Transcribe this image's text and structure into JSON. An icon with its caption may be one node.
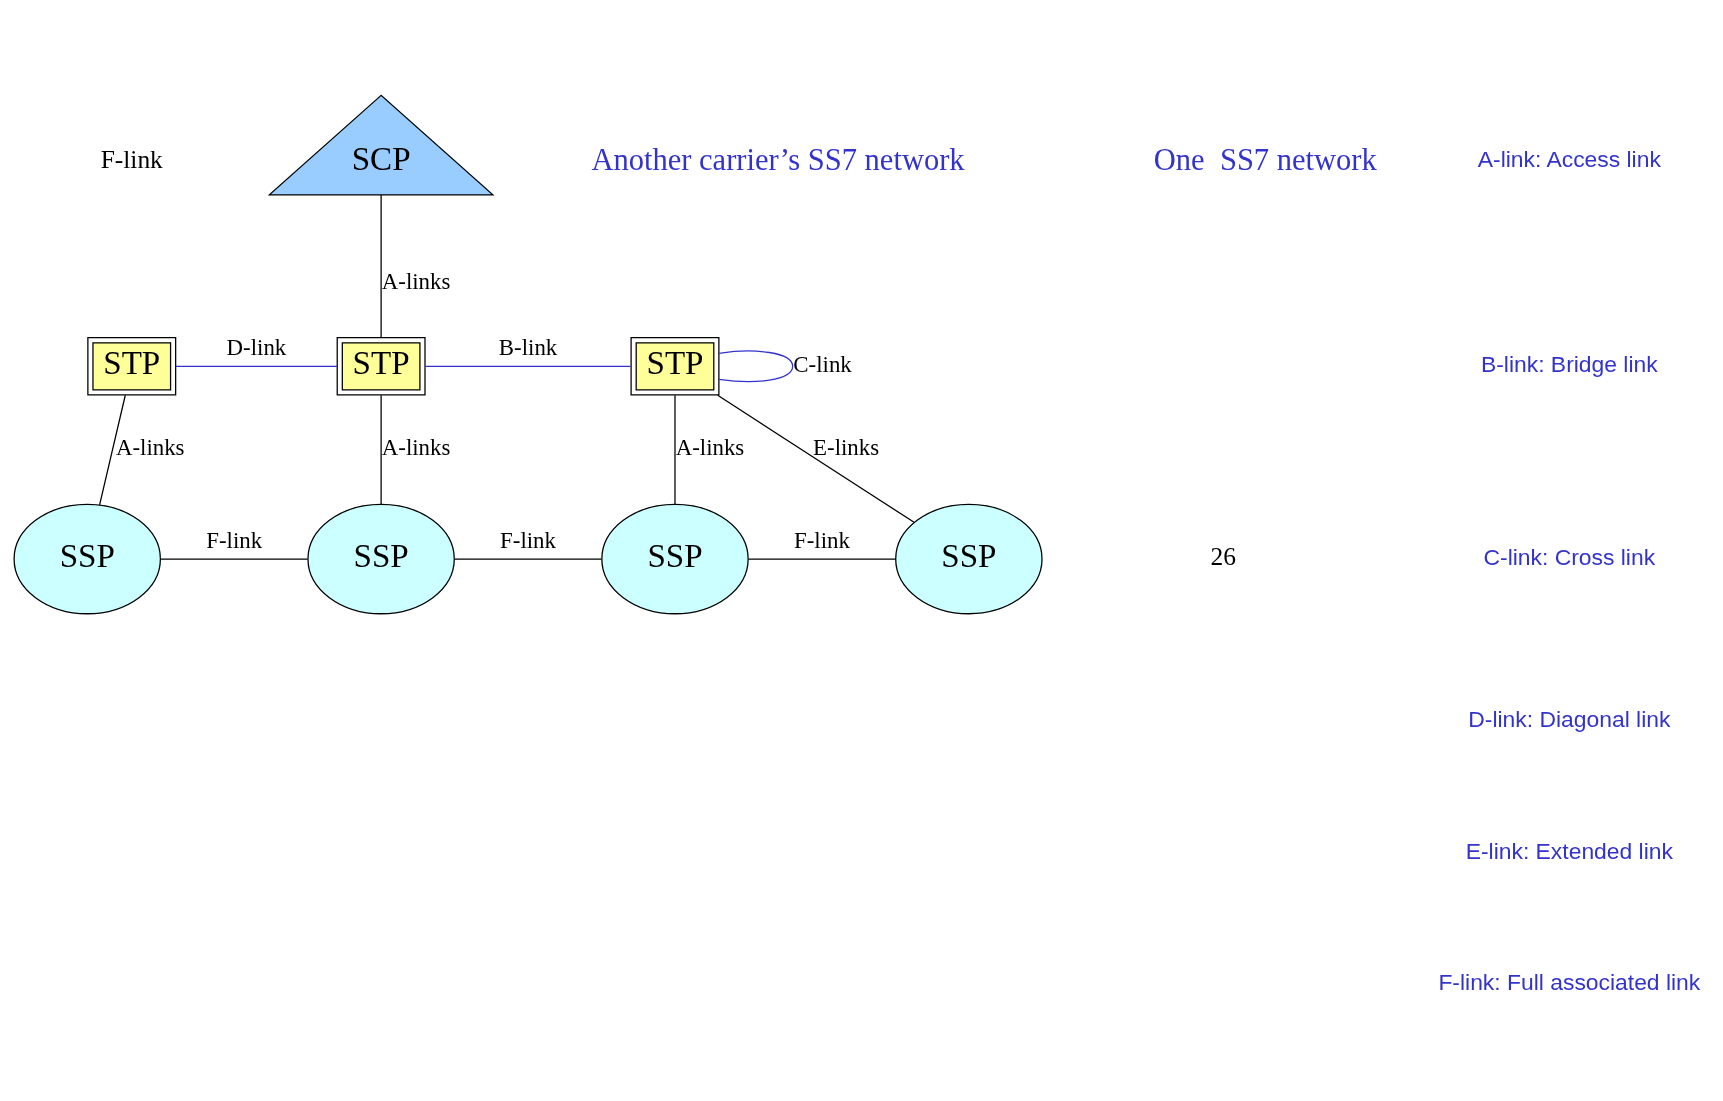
{
  "diagram": {
    "nodes": [
      {
        "text": [
          "SCP"
        ]
      },
      {
        "text": [
          "STP"
        ]
      },
      {
        "text": [
          "STP"
        ]
      },
      {
        "text": [
          "STP"
        ]
      },
      {
        "text": [
          "SSP"
        ]
      },
      {
        "text": [
          "SSP"
        ]
      },
      {
        "text": [
          "SSP"
        ]
      },
      {
        "text": [
          "SSP"
        ]
      }
    ],
    "edges": [
      {
        "from": 0,
        "to": 2,
        "arrow": "none",
        "label": "A-links"
      },
      {
        "from": 1,
        "to": 2,
        "arrow": "none",
        "label": "D-link",
        "color": "#3333cc"
      },
      {
        "from": 2,
        "to": 3,
        "arrow": "none",
        "label": "B-link",
        "color": "#3333cc"
      },
      {
        "from": 3,
        "to": 3,
        "arrow": "none",
        "label": "C-link",
        "color": "#3333cc"
      },
      {
        "from": 1,
        "to": 4,
        "arrow": "none",
        "label": "A-links"
      },
      {
        "from": 2,
        "to": 5,
        "arrow": "none",
        "label": "A-links"
      },
      {
        "from": 3,
        "to": 6,
        "arrow": "none",
        "label": "A-links"
      },
      {
        "from": 3,
        "to": 7,
        "arrow": "none",
        "label": "E-links"
      },
      {
        "from": 4,
        "to": 5,
        "arrow": "none",
        "label": "F-link"
      },
      {
        "from": 5,
        "to": 6,
        "arrow": "none",
        "label": "F-link"
      },
      {
        "from": 6,
        "to": 7,
        "arrow": "none",
        "label": "F-link"
      }
    ],
    "labels": [
      "Another carrier’s SS7 network",
      "One  SS7 network",
      "A-link: Access link",
      "B-link: Bridge link",
      "C-link: Cross link",
      "D-link: Diagonal link",
      "E-link: Extended link",
      "F-link: Full associated link",
      "F-link",
      "26"
    ]
  }
}
